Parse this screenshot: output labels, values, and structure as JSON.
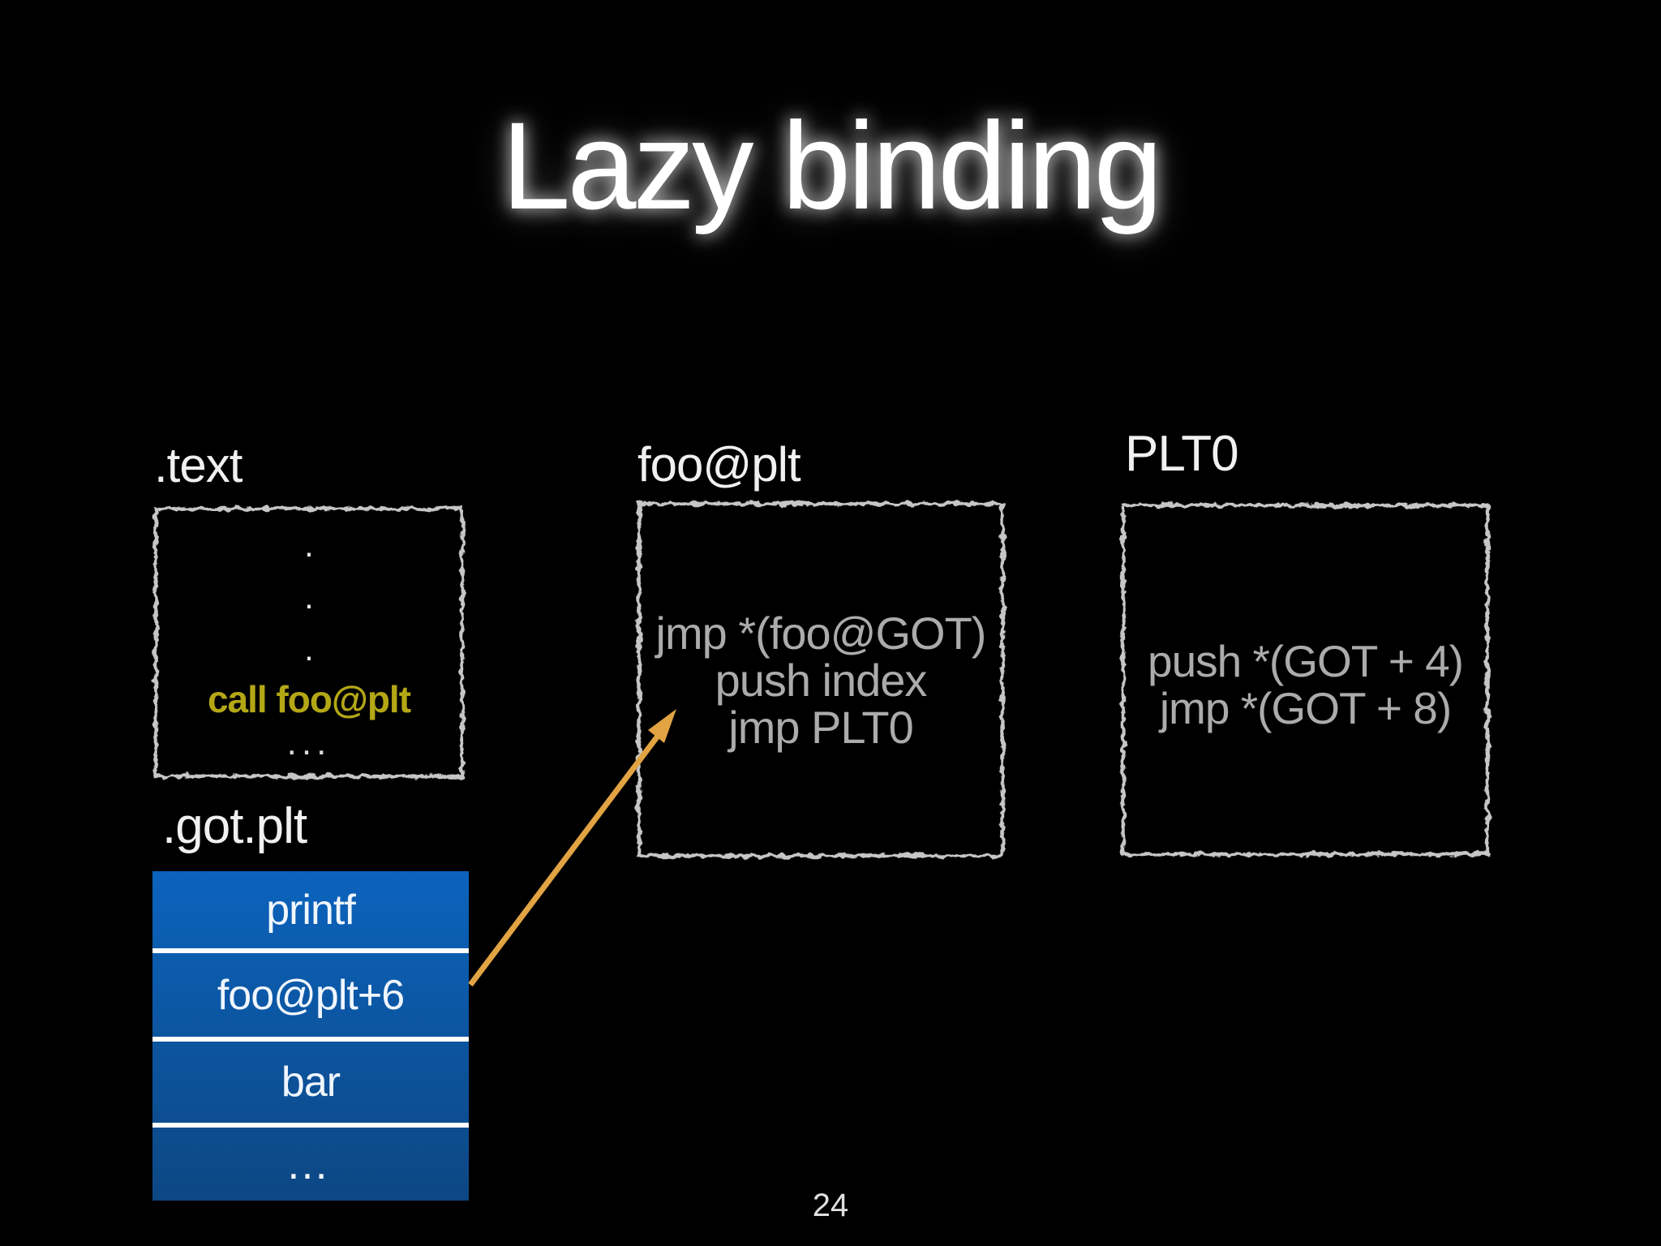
{
  "slide": {
    "title": "Lazy binding",
    "page_number": "24",
    "background_color": "#000000"
  },
  "colors": {
    "label_text": "#f0f0f0",
    "instruction_text": "#ababab",
    "call_highlight": "#b4a716",
    "box_border": "#c6c6c6",
    "arrow": "#e2a343",
    "table_gradient_top": "#0c63bd",
    "table_gradient_bottom": "#0d4783",
    "table_text": "#f0f6fc",
    "table_separator": "#ffffff",
    "page_number_text": "#e0e0e0"
  },
  "text_section": {
    "label": ".text",
    "dots": [
      ".",
      ".",
      "."
    ],
    "instruction": "call foo@plt",
    "ellipsis": "..."
  },
  "foo_plt_section": {
    "label": "foo@plt",
    "instructions": [
      "jmp *(foo@GOT)",
      "push index",
      "jmp PLT0"
    ]
  },
  "plt0_section": {
    "label": "PLT0",
    "instructions": [
      "push *(GOT + 4)",
      "jmp *(GOT + 8)"
    ]
  },
  "got_plt_section": {
    "label": ".got.plt",
    "rows": [
      "printf",
      "foo@plt+6",
      "bar",
      "…"
    ]
  }
}
